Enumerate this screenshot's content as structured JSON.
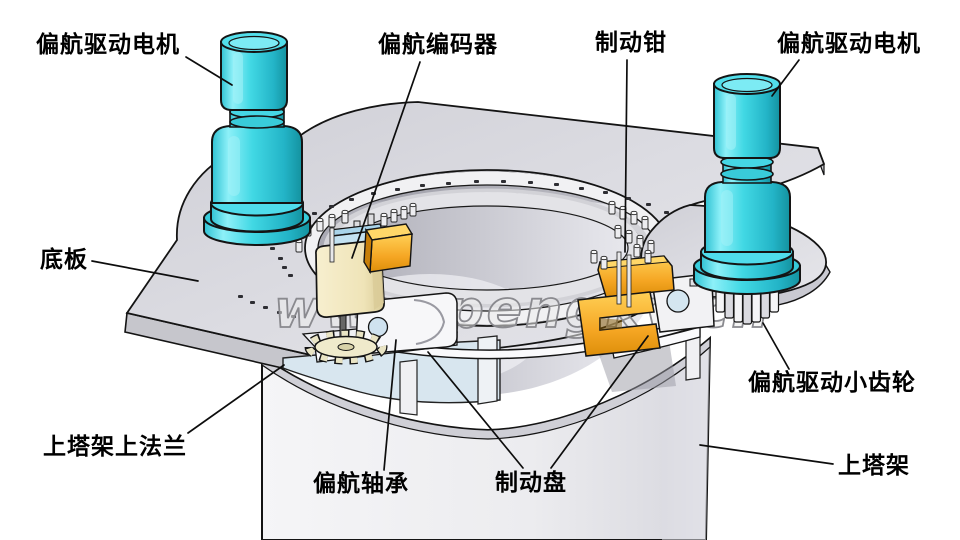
{
  "watermark": "www.pengky.cn",
  "colors": {
    "motor_cyan": "#3ED6E3",
    "motor_cyan_dark": "#159AAD",
    "caliper_orange": "#F5A623",
    "encoder_beige": "#F2E8C2",
    "bracket_blue": "#C3E2F2",
    "plate_gray": "#D9D9DF",
    "tower_gray": "#F0F0F3",
    "outline": "#141414"
  },
  "labels": [
    {
      "id": "yaw-drive-motor-left",
      "text": "偏航驱动电机"
    },
    {
      "id": "yaw-encoder",
      "text": "偏航编码器"
    },
    {
      "id": "brake-caliper",
      "text": "制动钳"
    },
    {
      "id": "yaw-drive-motor-right",
      "text": "偏航驱动电机"
    },
    {
      "id": "base-plate",
      "text": "底板"
    },
    {
      "id": "tower-top-flange",
      "text": "上塔架上法兰"
    },
    {
      "id": "yaw-bearing",
      "text": "偏航轴承"
    },
    {
      "id": "brake-disc",
      "text": "制动盘"
    },
    {
      "id": "yaw-drive-pinion",
      "text": "偏航驱动小齿轮"
    },
    {
      "id": "upper-tower",
      "text": "上塔架"
    }
  ]
}
